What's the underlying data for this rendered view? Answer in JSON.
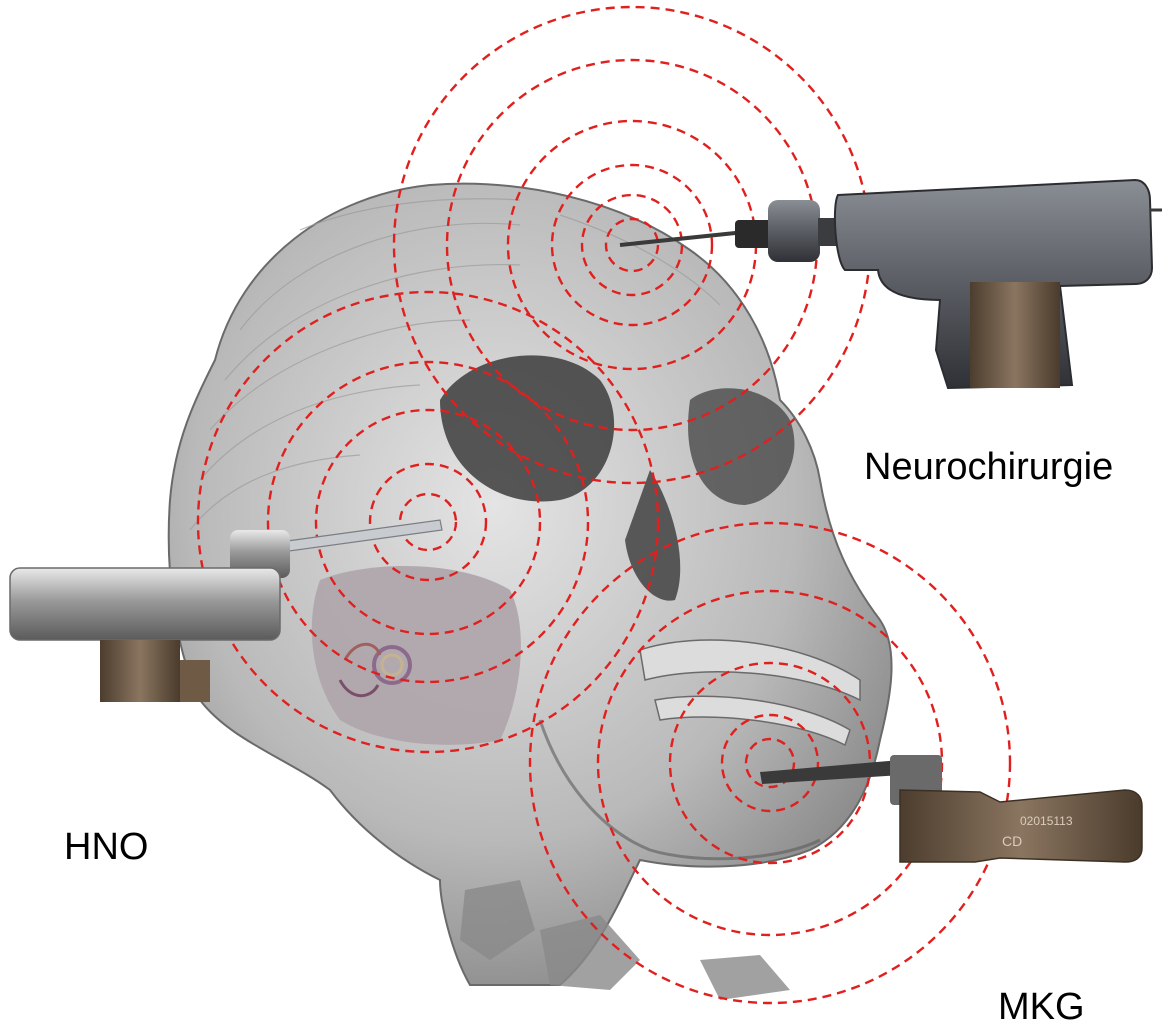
{
  "labels": {
    "neurochirurgie": "Neurochirurgie",
    "hno": "HNO",
    "mkg": "MKG"
  },
  "colors": {
    "background": "#ffffff",
    "wave_rings": "#e0201e",
    "skull": "#c9c9c9",
    "skull_shadow": "#3c3c3c",
    "instrument_dark": "#5a5d63",
    "instrument_bronze": "#6e5a45",
    "instrument_steel": "#a8a8a8"
  },
  "illustration": {
    "subject": "skull-3d-render",
    "instruments": [
      "neurosurgery-drill",
      "ent-handpiece",
      "maxillofacial-saw"
    ],
    "instrument_markings": [
      "02015113",
      "CD"
    ]
  }
}
